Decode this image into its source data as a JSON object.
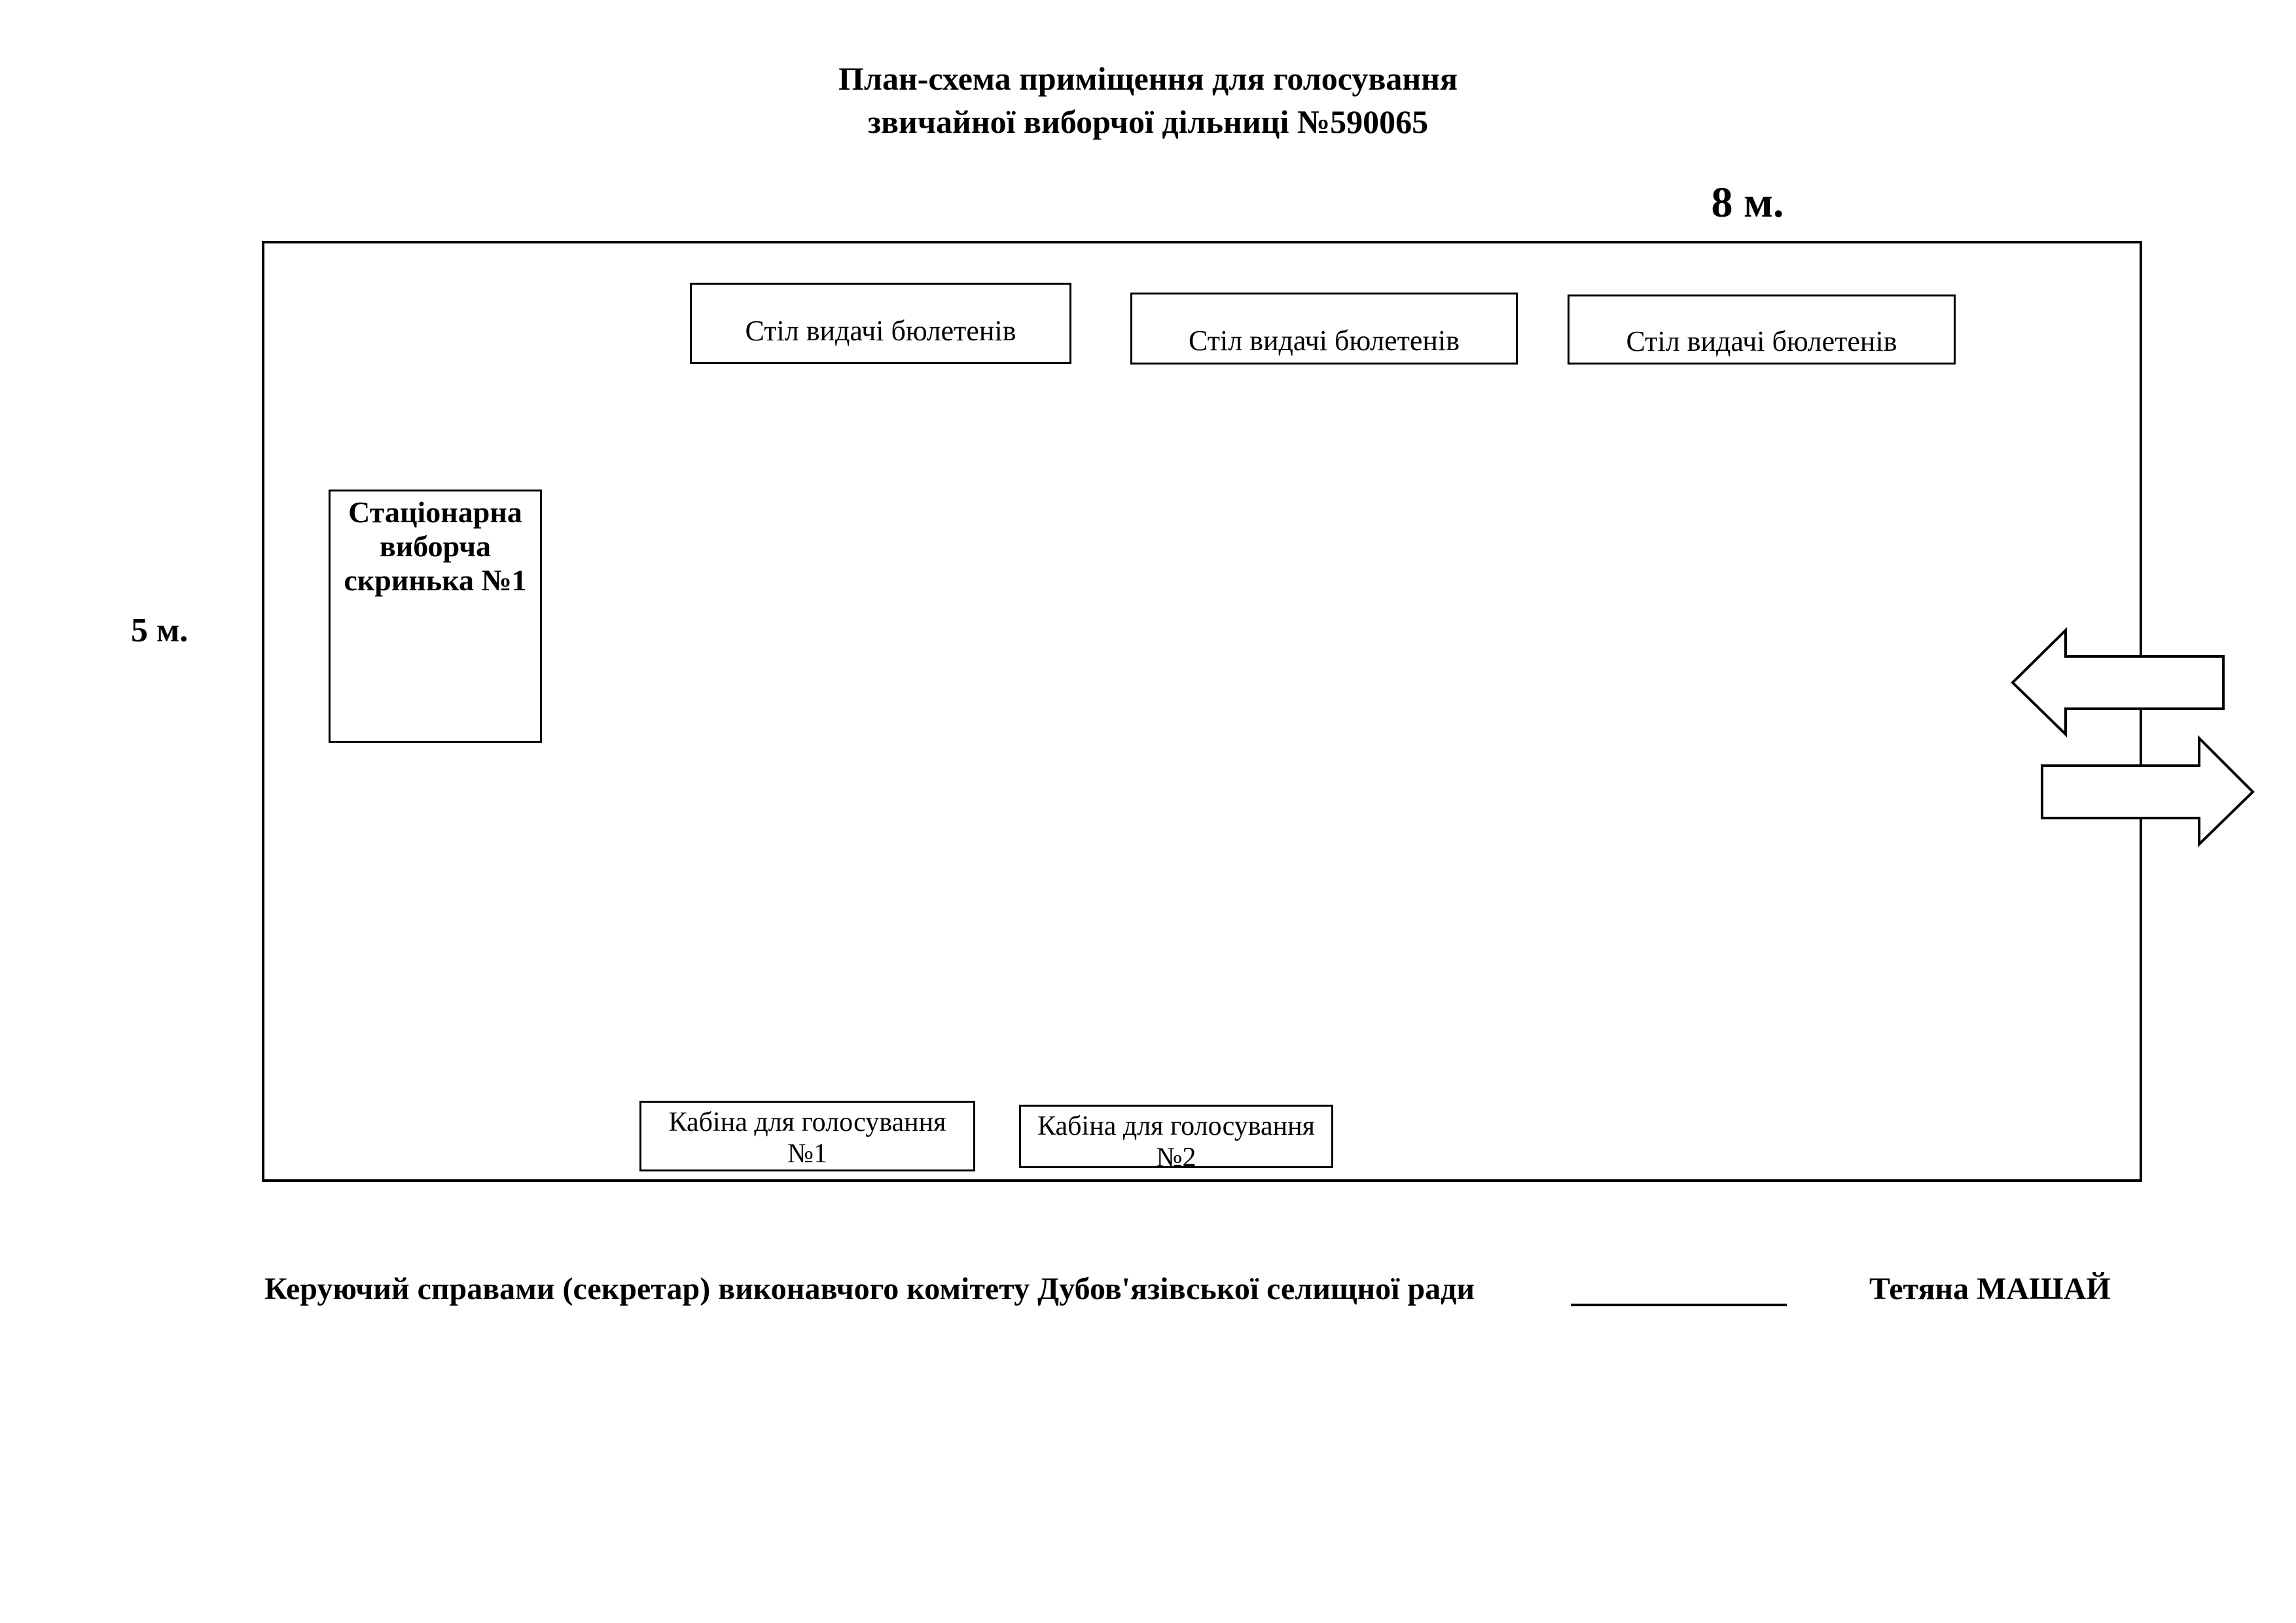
{
  "title": {
    "line1": "План-схема приміщення для голосування",
    "line2": "звичайної виборчої дільниці №590065"
  },
  "dimensions": {
    "width_label": "8 м.",
    "height_label": "5 м."
  },
  "room": {
    "ballot_issue_tables": [
      {
        "label": "Стіл видачі бюлетенів"
      },
      {
        "label": "Стіл видачі бюлетенів"
      },
      {
        "label": "Стіл видачі бюлетенів"
      }
    ],
    "stationary_ballot_box": {
      "label": "Стаціонарна\nвиборча\nскринька №1"
    },
    "voting_booths": [
      {
        "label": "Кабіна для голосування\n№1"
      },
      {
        "label": "Кабіна для голосування\n№2"
      }
    ],
    "arrows": [
      {
        "name": "entrance-arrow",
        "direction": "left"
      },
      {
        "name": "exit-arrow",
        "direction": "right"
      }
    ]
  },
  "footer": {
    "official_title": "Керуючий справами (секретар) виконавчого комітету Дубов'язівської селищної ради",
    "signatory_name": "Тетяна МАШАЙ"
  },
  "colors": {
    "ink": "#000000",
    "background": "#ffffff"
  }
}
